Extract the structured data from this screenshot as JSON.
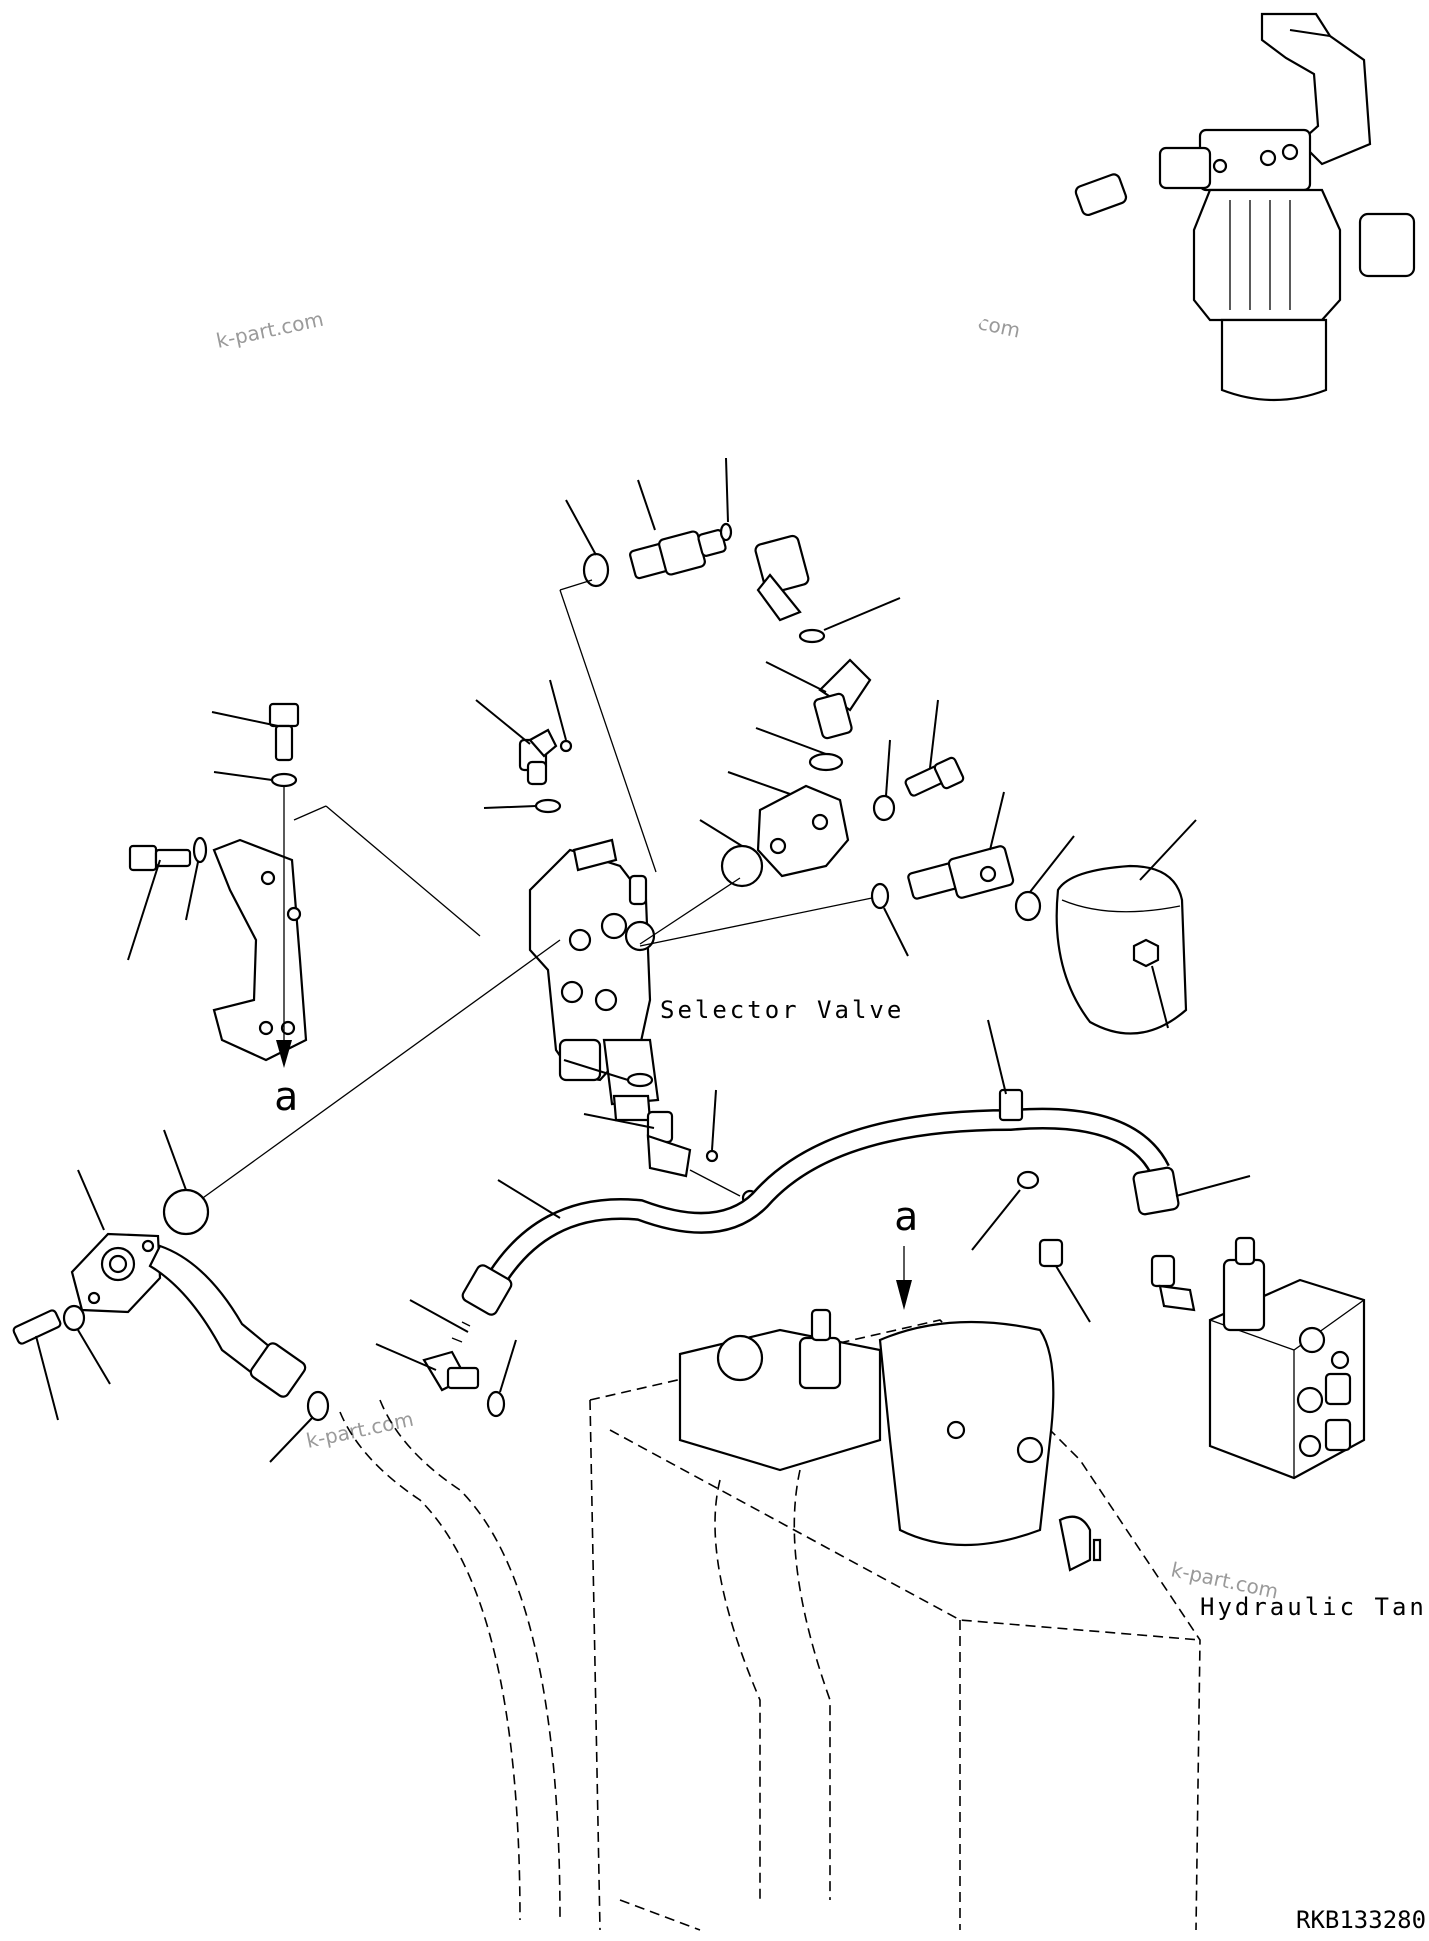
{
  "labels": {
    "selector_valve": "Selector Valve",
    "hydraulic_tank": "Hydraulic Tank",
    "reference_a_left": "a",
    "reference_a_tank": "a",
    "drawing_number": "RKB133280"
  },
  "watermarks": [
    "k-part.com",
    "k-part.com",
    "k-part.com",
    "k-part.com"
  ]
}
